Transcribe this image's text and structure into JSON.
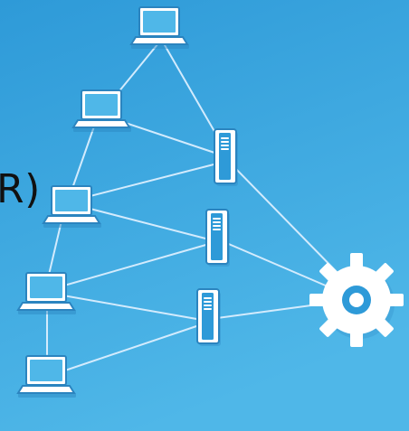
{
  "diagram": {
    "background": {
      "top_color": "#2e9ad8",
      "bottom_color": "#4fb7e8"
    },
    "line_color": "#dbefff",
    "icon_color": "#ffffff",
    "icon_shadow_color": "#2b84bf",
    "partial_text": "R)",
    "nodes": {
      "laptops": [
        {
          "name": "laptop-1"
        },
        {
          "name": "laptop-2"
        },
        {
          "name": "laptop-3"
        },
        {
          "name": "laptop-4"
        },
        {
          "name": "laptop-5"
        }
      ],
      "servers": [
        {
          "name": "server-1"
        },
        {
          "name": "server-2"
        },
        {
          "name": "server-3"
        }
      ],
      "hub": {
        "name": "gear-hub",
        "icon": "gear-icon"
      }
    }
  }
}
